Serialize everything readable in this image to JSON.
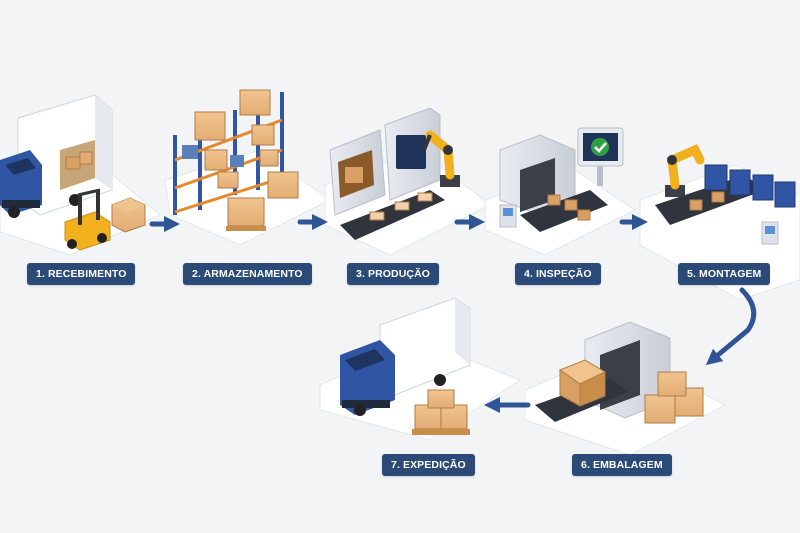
{
  "steps": [
    {
      "label": "1. RECEBIMENTO",
      "icon": "delivery-truck-icon"
    },
    {
      "label": "2. ARMAZENAMENTO",
      "icon": "warehouse-rack-icon"
    },
    {
      "label": "3. PRODUÇÃO",
      "icon": "production-machine-icon"
    },
    {
      "label": "4. INSPEÇÃO",
      "icon": "inspection-scanner-icon"
    },
    {
      "label": "5. MONTAGEM",
      "icon": "assembly-robot-icon"
    },
    {
      "label": "6. EMBALAGEM",
      "icon": "packaging-machine-icon"
    },
    {
      "label": "7. EXPEDIÇÃO",
      "icon": "shipping-truck-icon"
    }
  ],
  "colors": {
    "label_bg": "#2b4a78",
    "arrow": "#2f5597",
    "truck_blue": "#2f55a4",
    "robot_yellow": "#f2b01e",
    "box": "#d9a066",
    "platform": "#ffffff",
    "check_green": "#2ea043"
  }
}
